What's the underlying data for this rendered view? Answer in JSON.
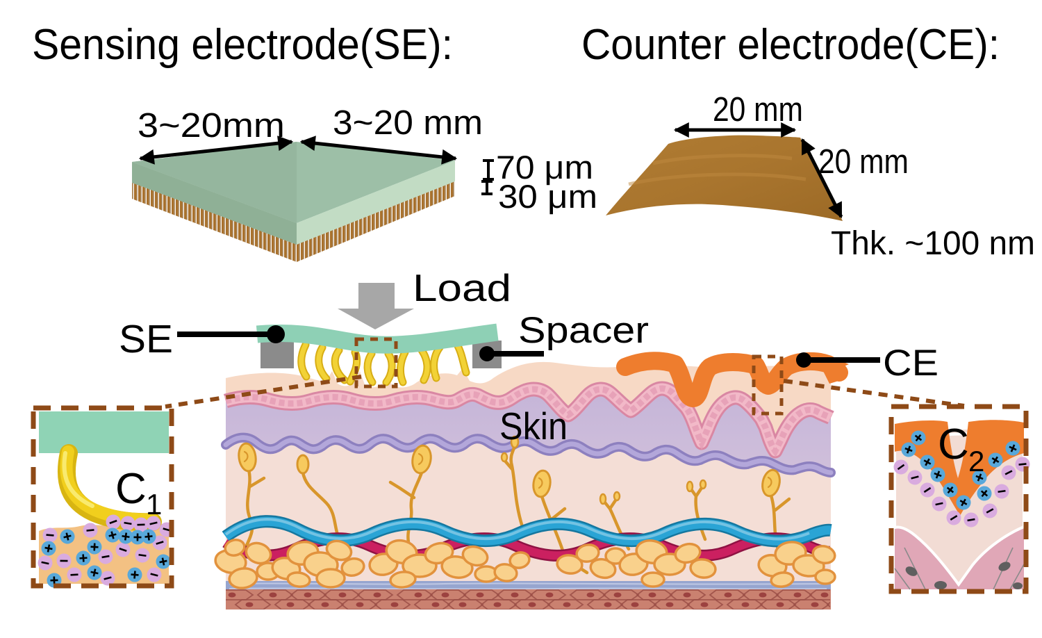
{
  "se_section": {
    "title": "Sensing electrode(SE):",
    "dim_width_left": "3~20mm",
    "dim_width_right": "3~20 mm",
    "dim_thickness_top": "70 μm",
    "dim_thickness_bottom": "30 μm"
  },
  "ce_section": {
    "title": "Counter electrode(CE):",
    "dim_width": "20 mm",
    "dim_depth": "20 mm",
    "dim_thickness": "Thk. ~100 nm"
  },
  "schematic": {
    "load_label": "Load",
    "se_label": "SE",
    "spacer_label": "Spacer",
    "ce_label": "CE",
    "skin_label": "Skin"
  },
  "insets": {
    "c1_label": "C",
    "c1_subscript": "1",
    "c2_label": "C",
    "c2_subscript": "2",
    "ion_positive": "+",
    "ion_negative": "−"
  },
  "colors": {
    "se_plate_teal": "#8ed0b5",
    "slab_top": "#9dbfa7",
    "slab_side_light": "#c2dcc4",
    "slab_side_dark": "#8fb096",
    "bristle_brown": "#a9712c",
    "ce_film_brown": "#a9752e",
    "ce_film_orange": "#ee7d2e",
    "spacer_gray": "#8b8b8b",
    "load_arrow_gray": "#a7a7a7",
    "micropillar_yellow": "#f2d236",
    "epidermis": "#f7d9c5",
    "stratum_pink": "#f2b9c8",
    "lavender_layer": "#cbbcdb",
    "purple_line": "#8d80bf",
    "dermis": "#f4ded6",
    "nerve_gold": "#d8962b",
    "vessel_blue": "#2aa4d5",
    "vessel_red": "#cb2060",
    "fat_cream": "#f9d18c",
    "fascia_blue": "#96a5cf",
    "muscle_red": "#ca8170",
    "inset_dash_brown": "#8e4a17",
    "ion_blue": "#58a8da",
    "ion_violet": "#d9abdf"
  }
}
